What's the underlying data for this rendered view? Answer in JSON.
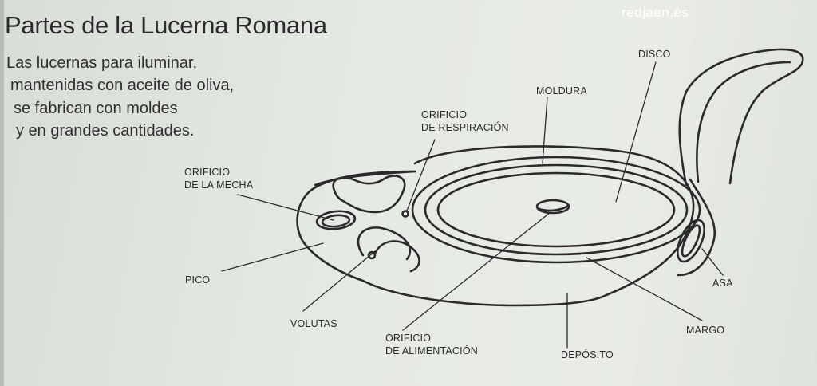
{
  "watermark": "redjaen.es",
  "title": "Partes de la Lucerna Romana",
  "intro": [
    "Las lucernas para iluminar,",
    "mantenidas con aceite de oliva,",
    "se fabrican con moldes",
    "y en grandes cantidades."
  ],
  "labels": {
    "disco": "DISCO",
    "moldura": "MOLDURA",
    "orificio_respiracion": [
      "ORIFICIO",
      "DE RESPIRACIÓN"
    ],
    "orificio_mecha": [
      "ORIFICIO",
      "DE LA MECHA"
    ],
    "pico": "PICO",
    "volutas": "VOLUTAS",
    "orificio_alimentacion": [
      "ORIFICIO",
      "DE ALIMENTACIÓN"
    ],
    "deposito": "DEPÓSITO",
    "margo": "MARGO",
    "asa": "ASA"
  },
  "colors": {
    "background": "#e6eae4",
    "ink": "#2a2a2a",
    "watermark": "#ffffff"
  }
}
